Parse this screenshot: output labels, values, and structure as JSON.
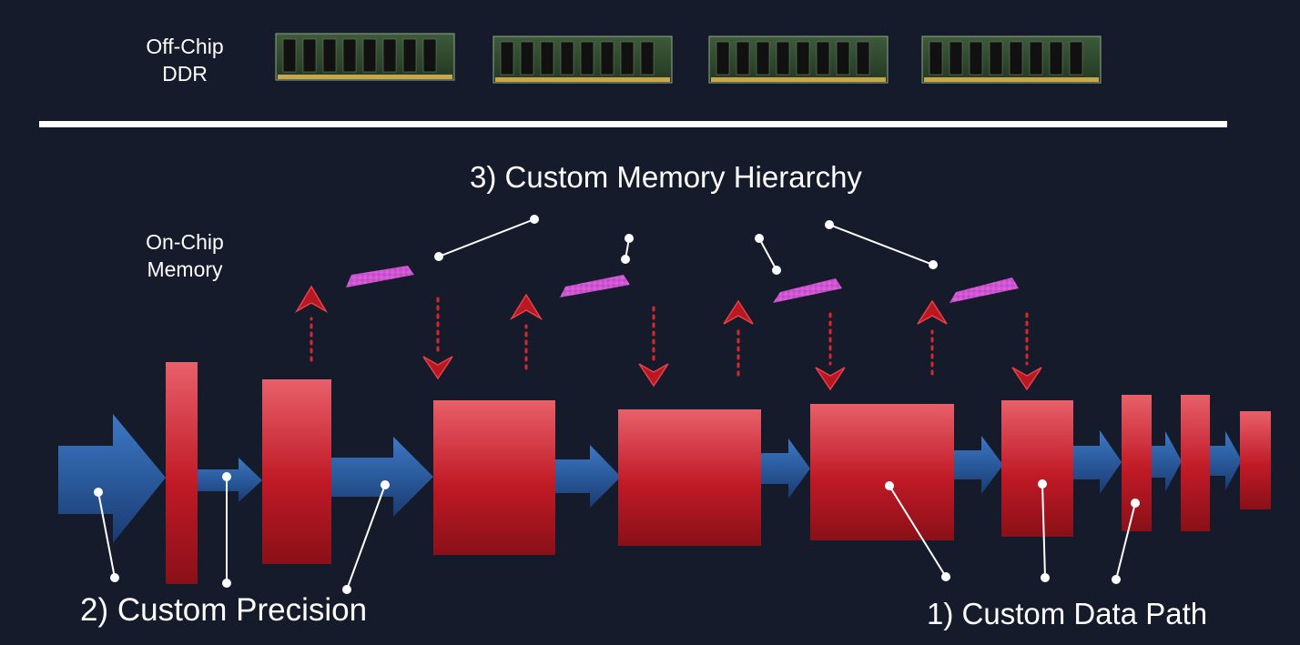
{
  "labels": {
    "off_chip_line1": "Off-Chip",
    "off_chip_line2": "DDR",
    "on_chip_line1": "On-Chip",
    "on_chip_line2": "Memory",
    "custom_memory_hierarchy": "3) Custom Memory Hierarchy",
    "custom_precision": "2) Custom Precision",
    "custom_data_path": "1) Custom Data Path"
  },
  "colors": {
    "background": "#161b2b",
    "layer_red": "#c8202c",
    "arrow_blue": "#2c5aa0",
    "memory_magenta": "#d24ad8",
    "dotted_arrow_red": "#d8282c",
    "ram_green": "#2e4a2e",
    "divider": "#ffffff"
  },
  "icons": {
    "ddr_module": "ram-stick-icon",
    "on_chip_memory": "memory-chip-icon"
  }
}
